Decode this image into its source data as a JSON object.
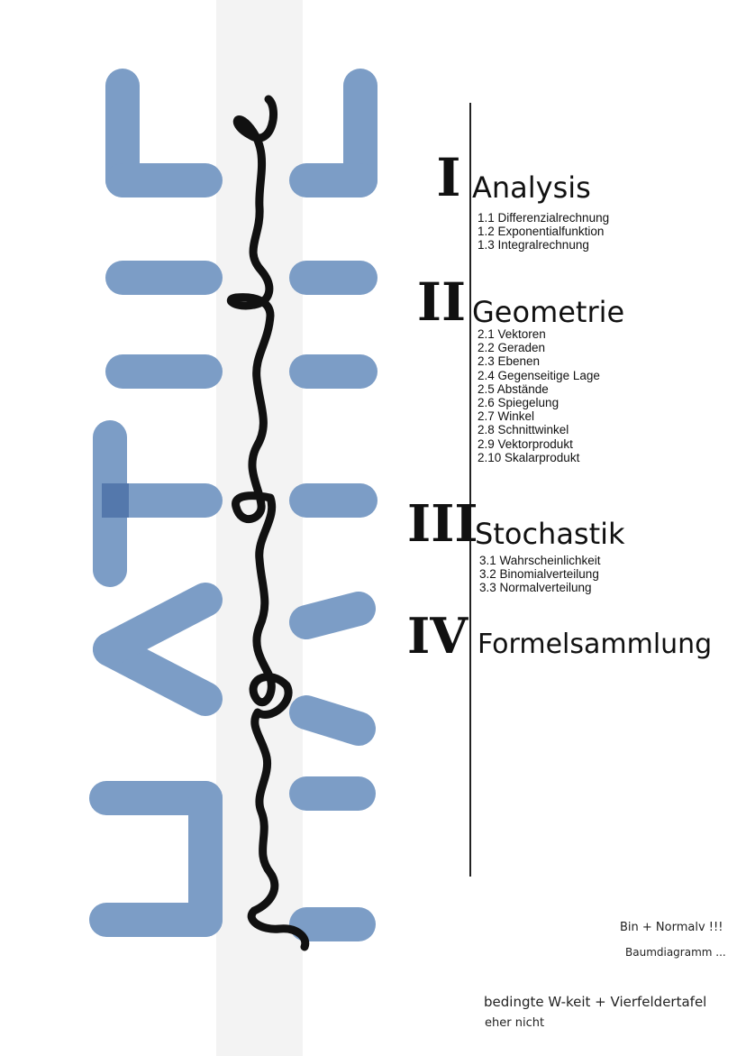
{
  "cover": {
    "big_word": "MATHE",
    "script_word": "Mathe"
  },
  "sections": [
    {
      "numeral": "I",
      "title": "Analysis",
      "items": [
        "1.1 Differenzialrechnung",
        "1.2 Exponentialfunktion",
        "1.3 Integralrechnung"
      ]
    },
    {
      "numeral": "II",
      "title": "Geometrie",
      "items": [
        "2.1 Vektoren",
        "2.2 Geraden",
        "2.3 Ebenen",
        "2.4 Gegenseitige Lage",
        "2.5 Abstände",
        "2.6 Spiegelung",
        "2.7 Winkel",
        "2.8 Schnittwinkel",
        "2.9 Vektorprodukt",
        "2.10 Skalarprodukt"
      ]
    },
    {
      "numeral": "III",
      "title": "Stochastik",
      "items": [
        "3.1 Wahrscheinlichkeit",
        "3.2 Binomialverteilung",
        "3.3 Normalverteilung"
      ]
    },
    {
      "numeral": "IV",
      "title": "Formelsammlung",
      "items": []
    }
  ],
  "notes": {
    "line1": "Bin + Normalv !!!",
    "line2": "Baumdiagramm ...",
    "line3": "bedingte W-keit + Vierfeldertafel",
    "line4": "eher nicht"
  },
  "colors": {
    "letters": "#7c9dc6",
    "letters_overlap": "#4a6fa5",
    "ink": "#111111"
  }
}
